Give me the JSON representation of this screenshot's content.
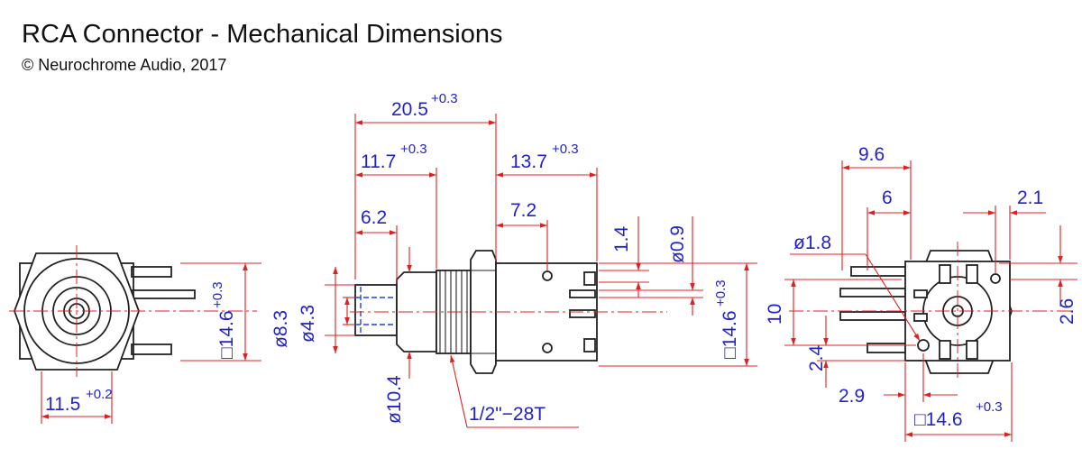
{
  "header": {
    "title": "RCA Connector - Mechanical Dimensions",
    "copyright": "© Neurochrome Audio, 2017"
  },
  "front_view": {
    "width": {
      "value": "11.5",
      "tol": "+0.2"
    },
    "square": {
      "value": "□14.6",
      "tol": "+0.3"
    }
  },
  "side_view": {
    "overall": {
      "value": "20.5",
      "tol": "+0.3"
    },
    "thread_len": {
      "value": "11.7",
      "tol": "+0.3"
    },
    "body_len": {
      "value": "13.7",
      "tol": "+0.3"
    },
    "tip_len": "6.2",
    "pin_off": "7.2",
    "pin_gap": "1.4",
    "pin_dia": "ø0.9",
    "square": {
      "value": "□14.6",
      "tol": "+0.3"
    },
    "outer_dia": "ø8.3",
    "inner_dia": "ø4.3",
    "thread_dia": "ø10.4",
    "thread": "1/2\"−28T"
  },
  "rear_view": {
    "dim_96": "9.6",
    "dim_6": "6",
    "dim_21": "2.1",
    "hole_dia": "ø1.8",
    "height_10": "10",
    "dim_26": "2.6",
    "dim_24": "2.4",
    "dim_29": "2.9",
    "square": {
      "value": "□14.6",
      "tol": "+0.3"
    }
  },
  "colors": {
    "dimension_text": "#2222cc",
    "dimension_line": "#e02020",
    "outline": "#222222"
  }
}
